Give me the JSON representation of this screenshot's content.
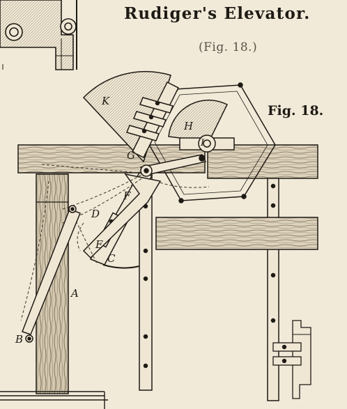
{
  "title": "Rudiger's Elevator.",
  "subtitle": "(Fig. 18.)",
  "figure_label": "Fig. 18.",
  "part_labels": {
    "a": "A",
    "b": "B",
    "c": "C",
    "d": "D",
    "e": "E",
    "f": "F",
    "g": "G",
    "h": "H",
    "i": "I",
    "k": "K"
  },
  "colors": {
    "paper": "#f1ead9",
    "ink": "#1e1a14",
    "wood": "#d8cdb6"
  }
}
